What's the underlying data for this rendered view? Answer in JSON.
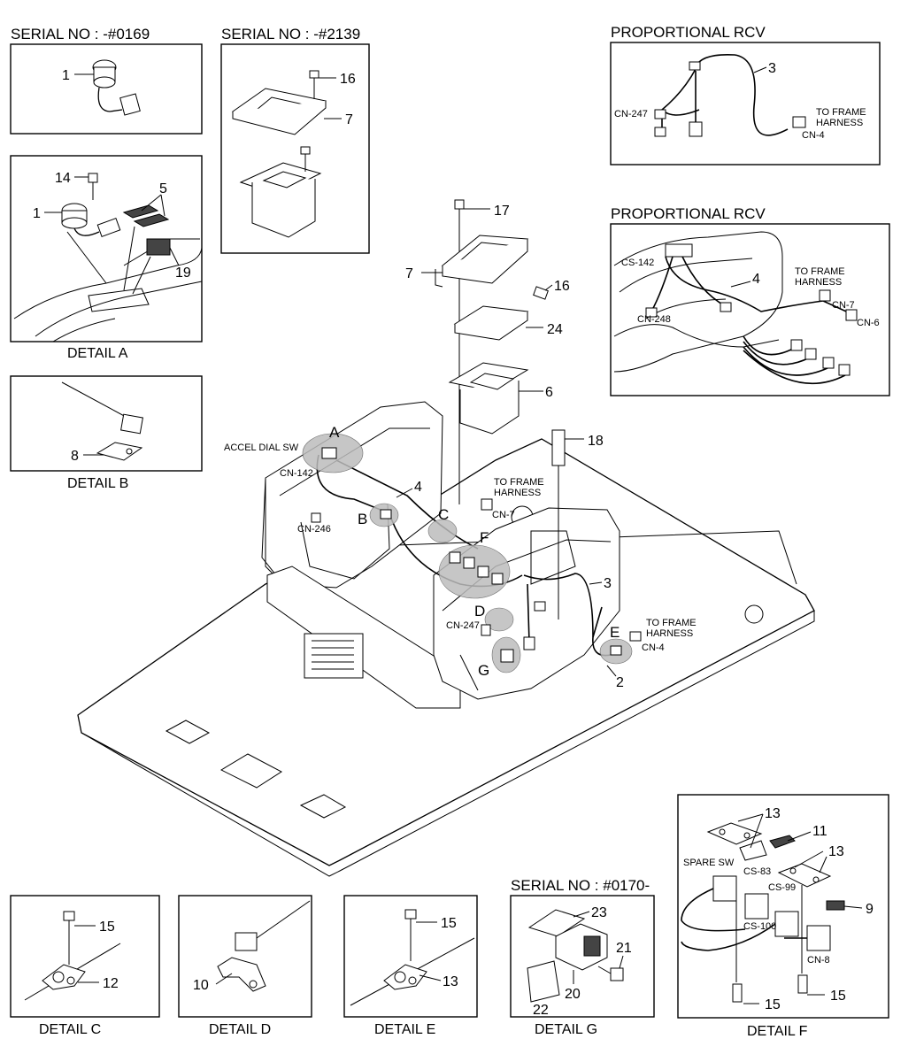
{
  "panels": {
    "serial_0169": {
      "title": "SERIAL NO : -#0169",
      "callouts": [
        "1"
      ]
    },
    "serial_2139": {
      "title": "SERIAL NO : -#2139",
      "callouts": [
        "16",
        "7"
      ]
    },
    "prop_rcv_top": {
      "title": "PROPORTIONAL RCV",
      "callouts": [
        "3"
      ],
      "labels": [
        "CN-247",
        "TO FRAME",
        "HARNESS",
        "CN-4"
      ]
    },
    "prop_rcv_mid": {
      "title": "PROPORTIONAL RCV",
      "callouts": [
        "4"
      ],
      "labels": [
        "CS-142",
        "CN-248",
        "TO FRAME",
        "HARNESS",
        "CN-7",
        "CN-6"
      ]
    },
    "detail_a": {
      "title": "DETAIL A",
      "callouts": [
        "14",
        "5",
        "1",
        "19"
      ]
    },
    "detail_b": {
      "title": "DETAIL B",
      "callouts": [
        "8"
      ]
    },
    "detail_c": {
      "title": "DETAIL C",
      "callouts": [
        "15",
        "12"
      ]
    },
    "detail_d": {
      "title": "DETAIL D",
      "callouts": [
        "10"
      ]
    },
    "detail_e": {
      "title": "DETAIL E",
      "callouts": [
        "15",
        "13"
      ]
    },
    "detail_g": {
      "title": "DETAIL G",
      "serial": "SERIAL NO : #0170-",
      "callouts": [
        "23",
        "21",
        "20",
        "22"
      ]
    },
    "detail_f": {
      "title": "DETAIL F",
      "callouts": [
        "13",
        "11",
        "13",
        "9",
        "15",
        "15"
      ],
      "labels": [
        "SPARE SW",
        "CS-83",
        "CS-99",
        "CS-100",
        "CN-8"
      ]
    }
  },
  "main": {
    "callouts": [
      "17",
      "7",
      "16",
      "24",
      "6",
      "18",
      "4",
      "3",
      "2"
    ],
    "letters": [
      "A",
      "B",
      "C",
      "D",
      "E",
      "F",
      "G"
    ],
    "labels": [
      "ACCEL DIAL SW",
      "CN-142",
      "CN-246",
      "TO FRAME",
      "HARNESS",
      "CN-7",
      "CN-247",
      "TO FRAME",
      "HARNESS",
      "CN-4"
    ]
  }
}
